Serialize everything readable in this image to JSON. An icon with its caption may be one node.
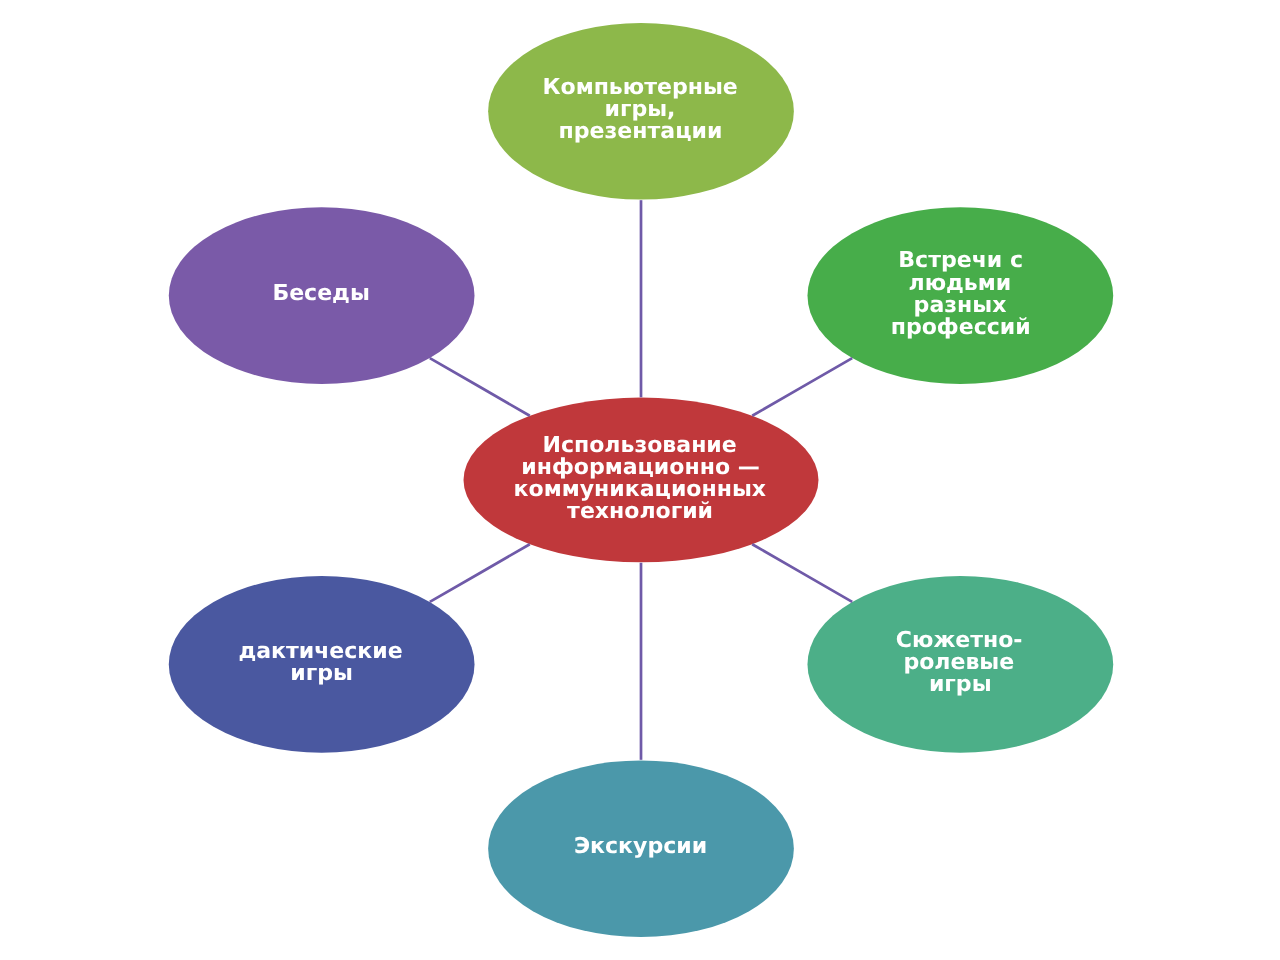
{
  "diagram": {
    "nodes": [
      {
        "text": [
          "Компьютерные игры, презентации"
        ]
      },
      {
        "text": [
          "Беседы"
        ]
      },
      {
        "text": [
          "Встречи с людьми разных профессий"
        ]
      },
      {
        "text": [
          "Использование информационно — коммуникационных технологий"
        ]
      },
      {
        "text": [
          "дактические игры"
        ]
      },
      {
        "text": [
          "Сюжетно-ролевые игры"
        ]
      },
      {
        "text": [
          "Экскурсии"
        ]
      }
    ],
    "edges": [
      {
        "from": 3,
        "to": 2,
        "arrow": "none"
      },
      {
        "from": 3,
        "to": 0,
        "arrow": "none"
      },
      {
        "from": 3,
        "to": 1,
        "arrow": "none"
      },
      {
        "from": 3,
        "to": 4,
        "arrow": "none"
      },
      {
        "from": 3,
        "to": 6,
        "arrow": "none"
      },
      {
        "from": 3,
        "to": 5,
        "arrow": "none"
      }
    ]
  }
}
